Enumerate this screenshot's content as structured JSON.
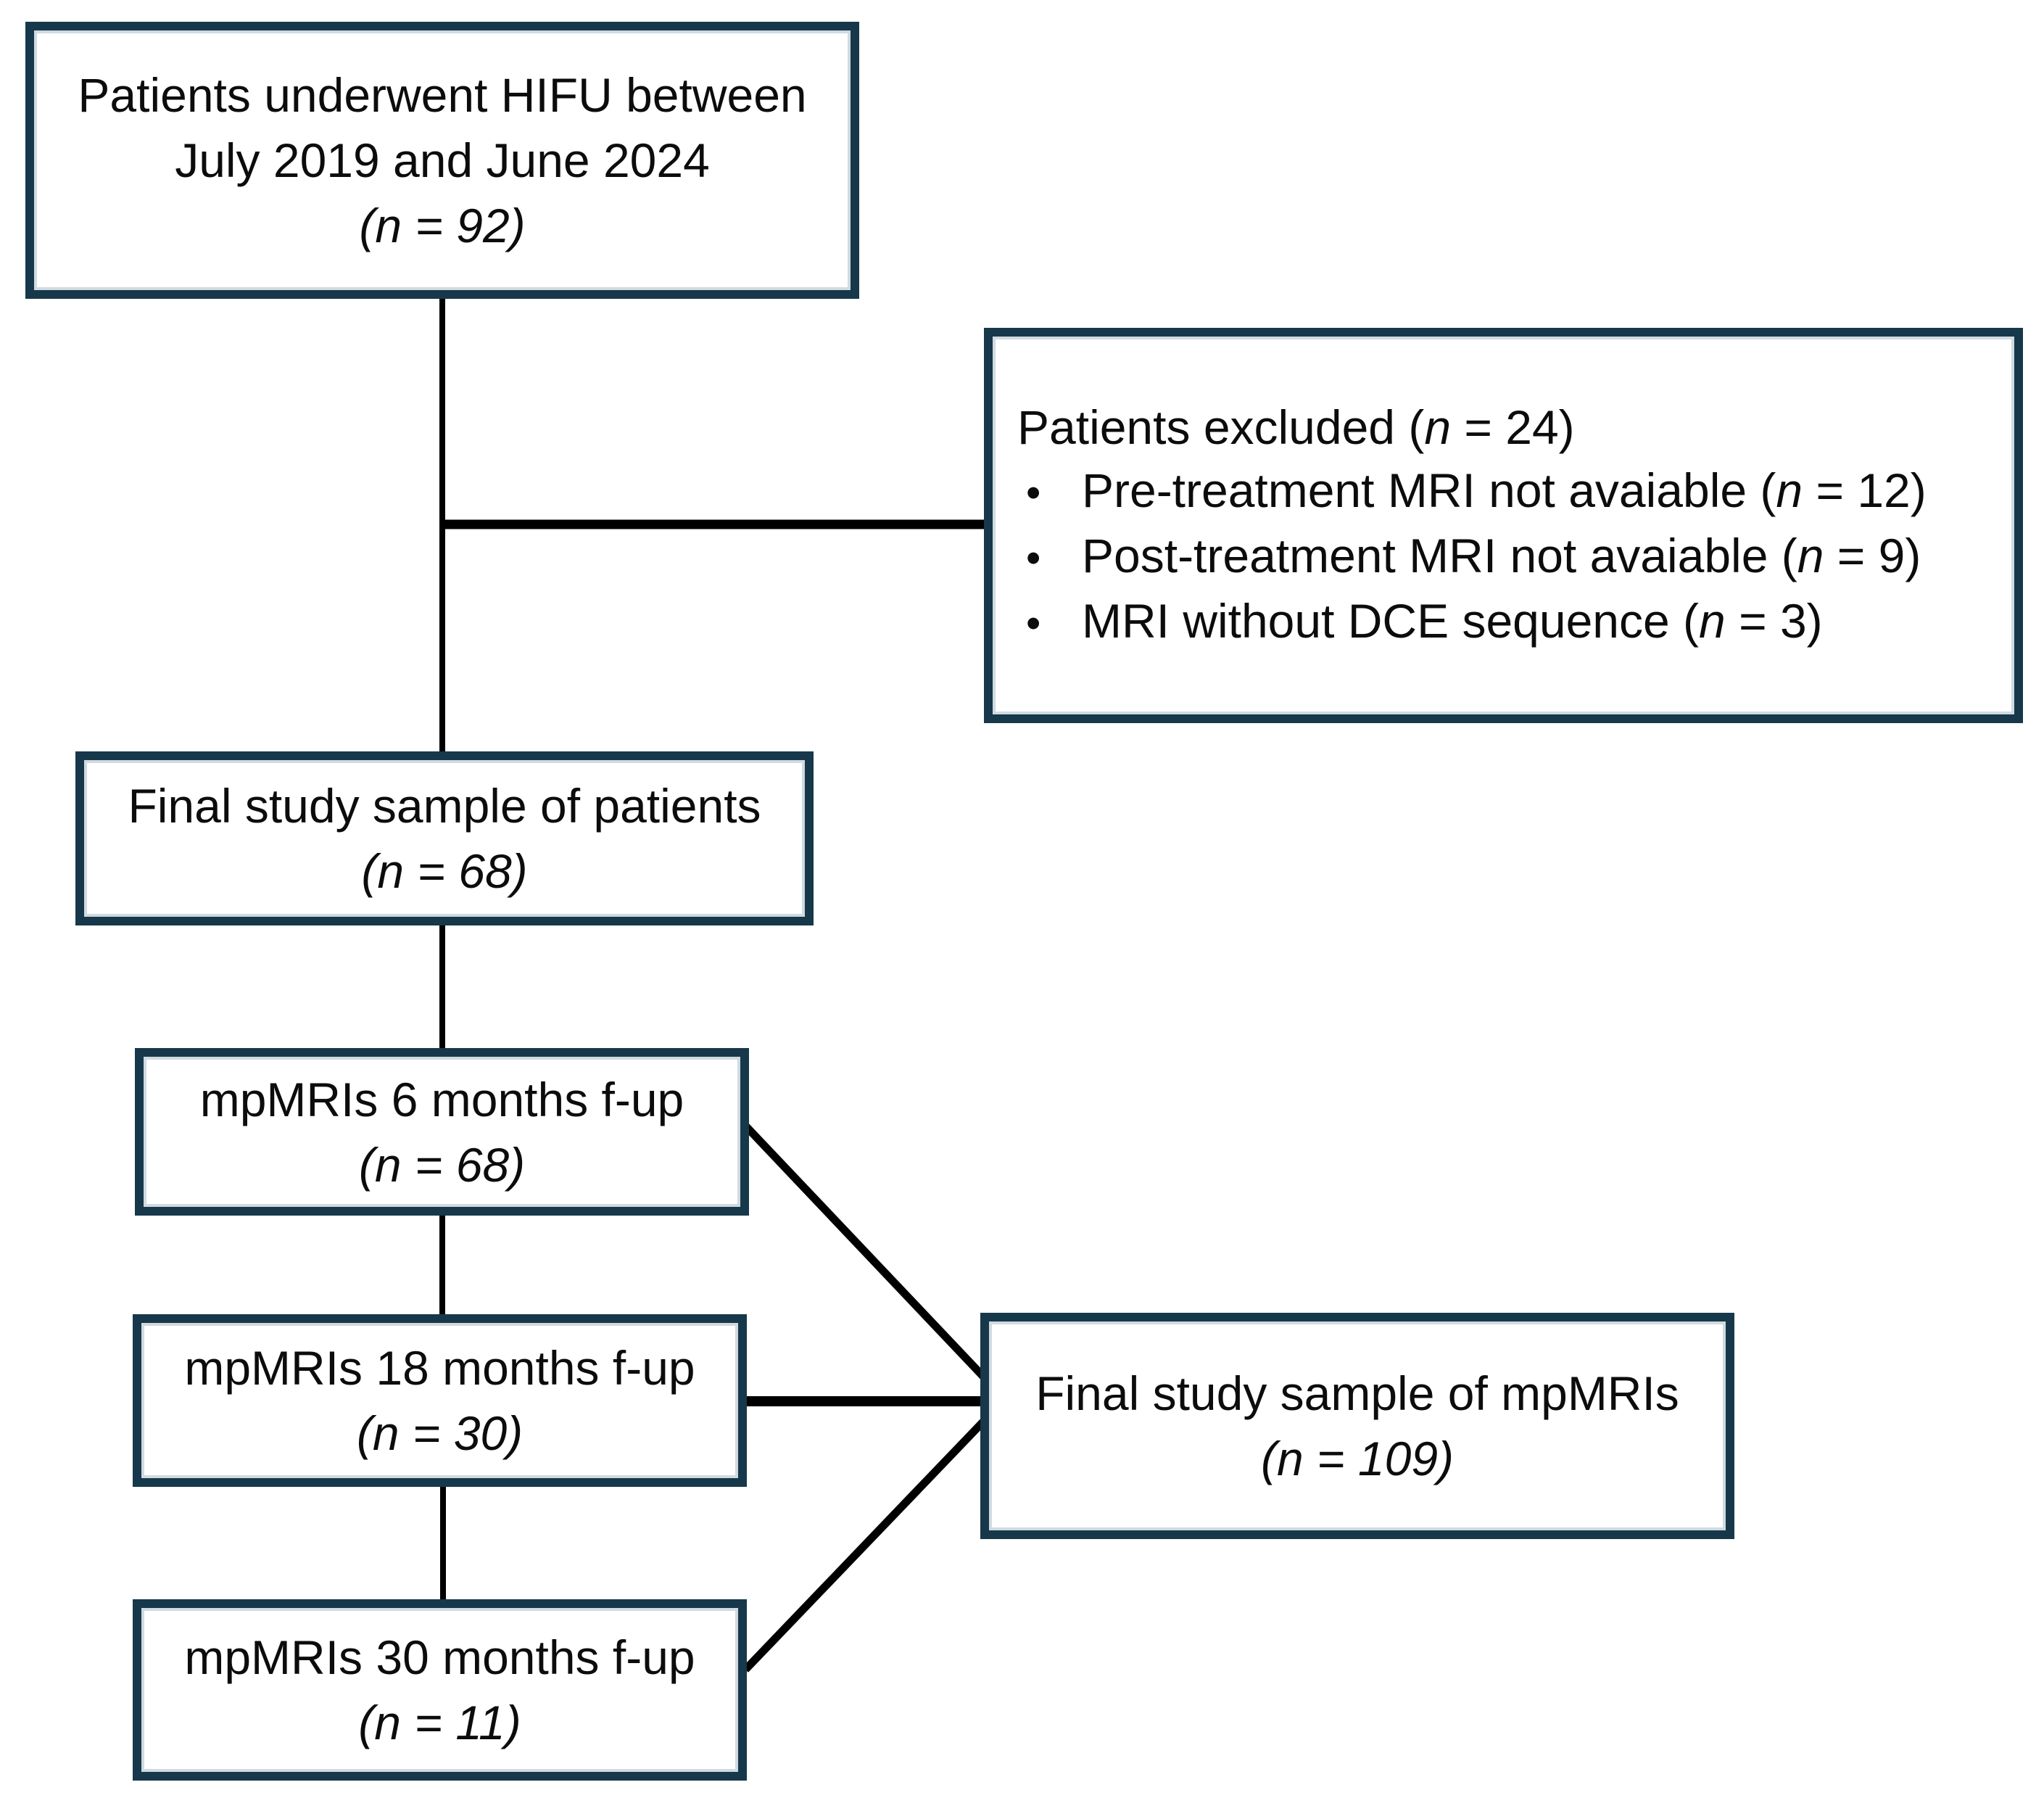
{
  "figure": {
    "background": "#ffffff",
    "box_border_color": "#16384a",
    "line_color": "#000000",
    "text_color": "#0c0c0c",
    "bullet_glyph": "•"
  },
  "boxes": {
    "hifu": {
      "line1": "Patients underwent HIFU between",
      "line2": "July 2019 and June 2024",
      "count": "(n = 92)"
    },
    "excluded": {
      "title_pre": "Patients excluded (",
      "title_var": "n",
      "title_post": " = 24)",
      "bullets": [
        {
          "pre": "Pre-treatment MRI not avaiable (",
          "var": "n",
          "post": " = 12)"
        },
        {
          "pre": "Post-treatment MRI not avaiable (",
          "var": "n",
          "post": " = 9)"
        },
        {
          "pre": "MRI without DCE sequence (",
          "var": "n",
          "post": " = 3)"
        }
      ]
    },
    "patients": {
      "line1": "Final study sample of patients",
      "count": "(n = 68)"
    },
    "m6": {
      "line1": "mpMRIs 6 months f-up",
      "count": "(n = 68)"
    },
    "m18": {
      "line1": "mpMRIs 18 months f-up",
      "count": "(n = 30)"
    },
    "m30": {
      "line1": "mpMRIs 30 months f-up",
      "count": "(n = 11)"
    },
    "final": {
      "line1": "Final study sample of mpMRIs",
      "count": "(n = 109)"
    }
  }
}
